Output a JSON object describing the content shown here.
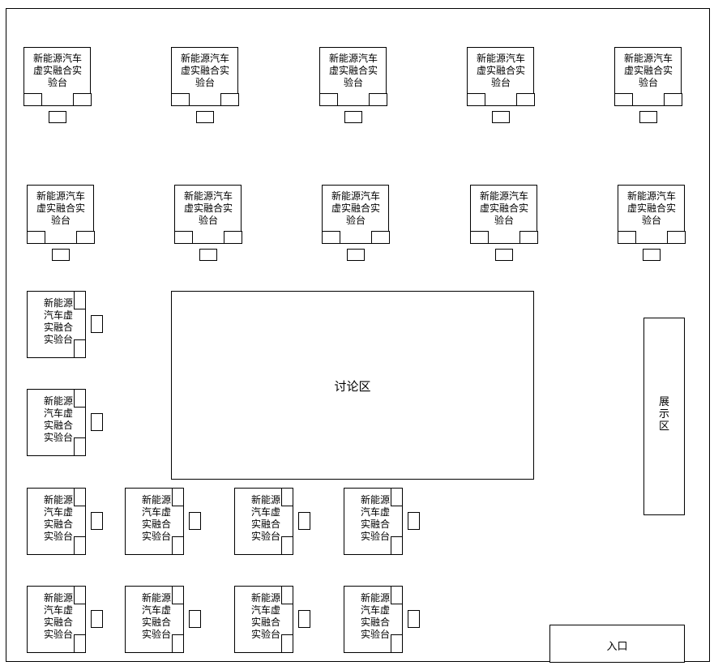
{
  "bench_label_h": [
    "新能源汽车",
    "虚实融合实",
    "验台"
  ],
  "bench_label_v": [
    "新能源",
    "汽车虚",
    "实融合",
    "实验台"
  ],
  "discussion_label": "讨论区",
  "exhibit_label": [
    "展",
    "示",
    "区"
  ],
  "entrance_label": "入口"
}
